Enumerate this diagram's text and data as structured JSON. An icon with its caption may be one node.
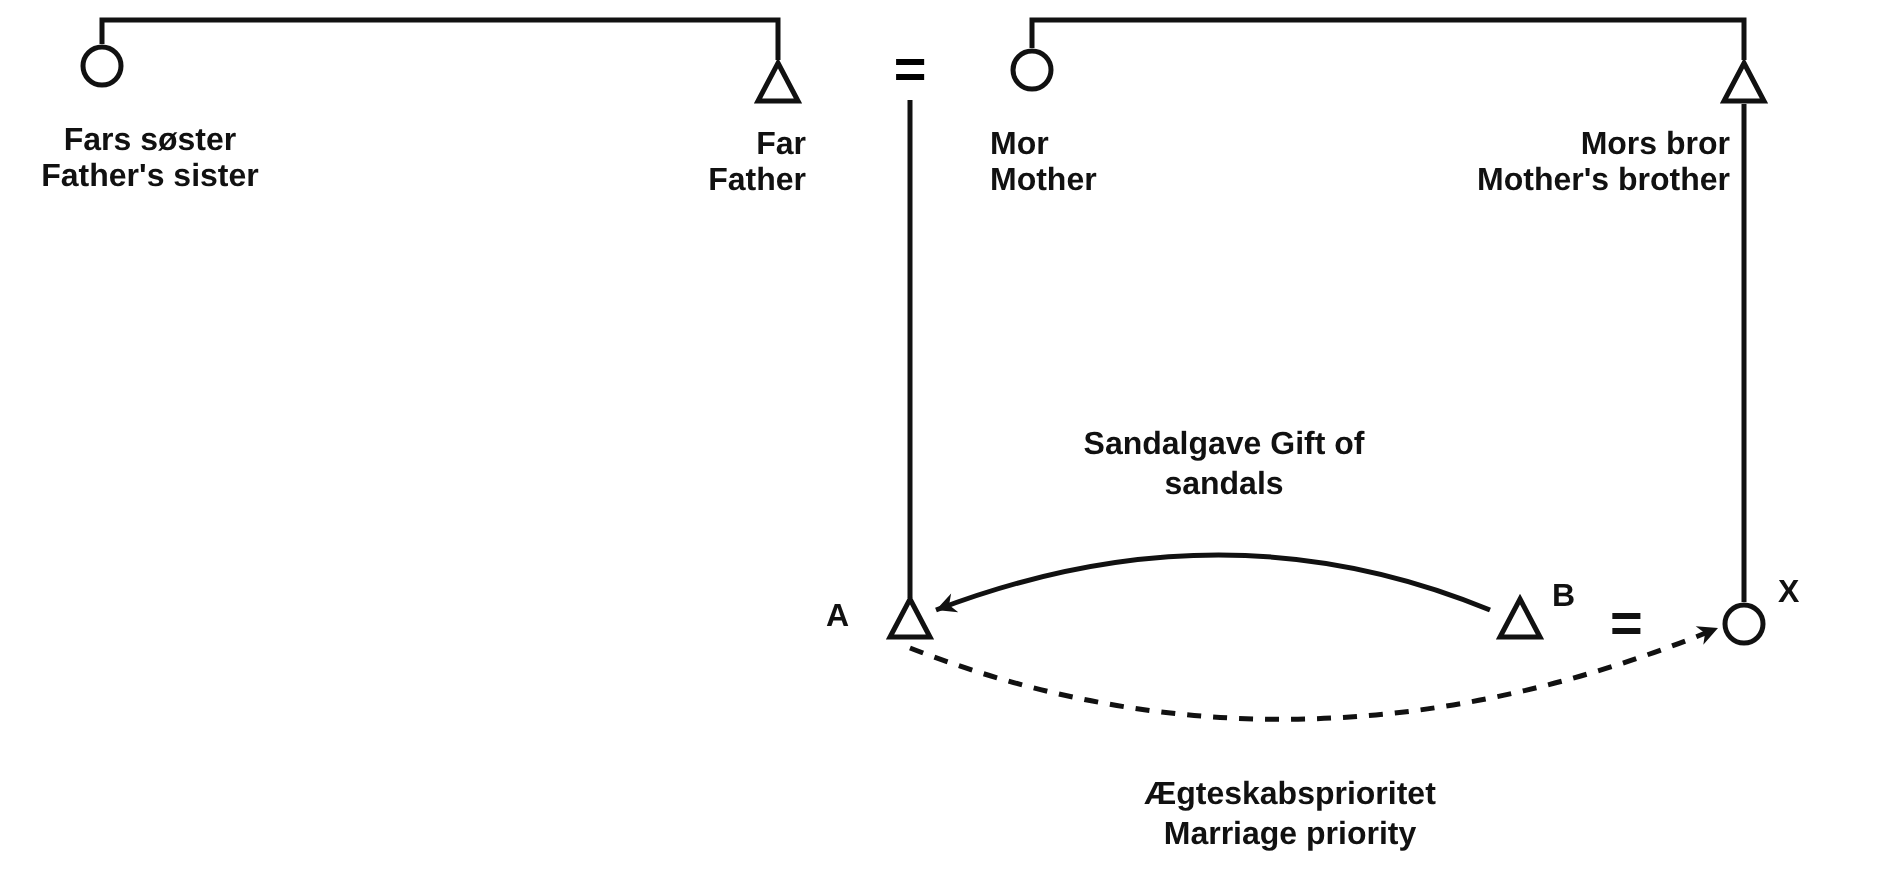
{
  "diagram": {
    "nodes": [
      {
        "text": [
          "Fars søster",
          "Father's sister"
        ]
      },
      {
        "text": [
          "Far",
          "Father"
        ]
      },
      {
        "text": [
          "="
        ]
      },
      {
        "text": [
          "Mor",
          "Mother"
        ]
      },
      {
        "text": [
          "Mors bror",
          "Mother's brother"
        ]
      },
      {
        "text": [
          "A"
        ]
      },
      {
        "text": [
          "B"
        ]
      },
      {
        "text": [
          "X"
        ]
      }
    ],
    "edges": [
      {
        "from": 0,
        "to": 1,
        "arrow": "none"
      },
      {
        "from": 3,
        "to": 4,
        "arrow": "none"
      },
      {
        "from": 2,
        "to": 5,
        "arrow": "none"
      },
      {
        "from": 4,
        "to": 7,
        "arrow": "none"
      },
      {
        "from": 6,
        "to": 5,
        "arrow": "to",
        "label": "Sandalgave Gift of sandals"
      },
      {
        "from": 5,
        "to": 7,
        "arrow": "to",
        "style": "dashed",
        "label": "Ægteskabsprioritet Marriage priority"
      }
    ],
    "labels": [
      "="
    ]
  }
}
